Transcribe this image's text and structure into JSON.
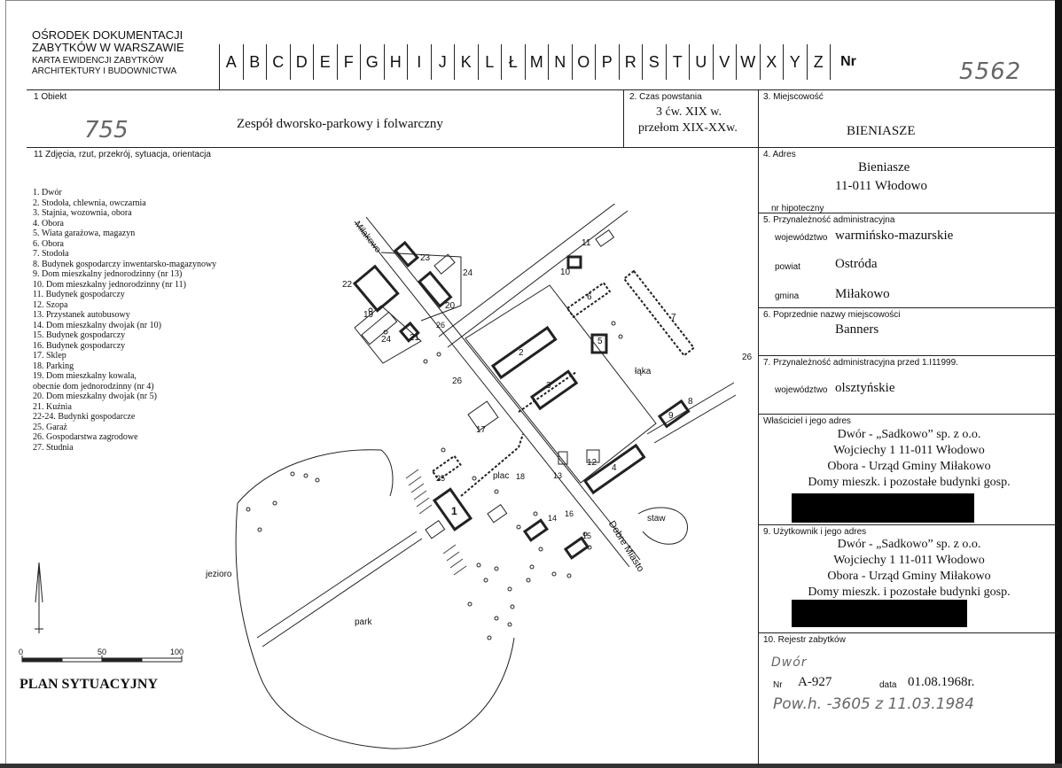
{
  "header": {
    "org_line1": "OŚRODEK  DOKUMENTACJI",
    "org_line2": "ZABYTKÓW W WARSZAWIE",
    "card_line1": "KARTA  EWIDENCJI  ZABYTKÓW",
    "card_line2": "ARCHITEKTURY  I  BUDOWNICTWA",
    "letters": [
      "A",
      "B",
      "C",
      "D",
      "E",
      "F",
      "G",
      "H",
      "I",
      "J",
      "K",
      "L",
      "Ł",
      "M",
      "N",
      "O",
      "P",
      "R",
      "S",
      "T",
      "U",
      "V",
      "W",
      "X",
      "Y",
      "Z",
      "Nr"
    ],
    "handwritten_number": "5562"
  },
  "field1": {
    "label": "1 Obiekt",
    "value": "Zespół dworsko-parkowy i folwarczny",
    "handwritten": "755"
  },
  "field2": {
    "label": "2. Czas powstania",
    "line1": "3  ćw.  XIX w.",
    "line2": "przełom XIX-XXw."
  },
  "field3": {
    "label": "3. Miejscowość",
    "value": "BIENIASZE"
  },
  "field4": {
    "label": "4. Adres",
    "line1": "Bieniasze",
    "line2": "11-011 Włodowo",
    "sub_label": "nr hipoteczny"
  },
  "field5": {
    "label": "5. Przynależność administracyjna",
    "woj_label": "województwo",
    "woj_value": "warmińsko-mazurskie",
    "pow_label": "powiat",
    "pow_value": "Ostróda",
    "gm_label": "gmina",
    "gm_value": "Miłakowo"
  },
  "field6": {
    "label": "6. Poprzednie nazwy miejscowości",
    "value": "Banners"
  },
  "field7": {
    "label": "7. Przynależność administracyjna przed 1.I11999.",
    "woj_label": "województwo",
    "woj_value": "olsztyńskie"
  },
  "owner": {
    "label": "Właściciel i jego adres",
    "line1": "Dwór - „Sadkowo” sp. z o.o.",
    "line2": "Wojciechy 1  11-011 Włodowo",
    "line3": "Obora - Urząd Gminy Miłakowo",
    "line4": "Domy mieszk. i pozostałe budynki gosp."
  },
  "field9": {
    "label": "9. Użytkownik i jego adres",
    "line1": "Dwór - „Sadkowo” sp. z o.o.",
    "line2": "Wojciechy 1  11-011 Włodowo",
    "line3": "Obora - Urząd Gminy Miłakowo",
    "line4": "Domy mieszk. i  pozostałe budynki gosp."
  },
  "field10": {
    "label": "10. Rejestr zabytków",
    "hand_dwor": "Dwór",
    "nr_label": "Nr",
    "nr_value": "A-927",
    "data_label": "data",
    "data_value": "01.08.1968r.",
    "hand_line": "Pow.h. -3605   z  11.03.1984"
  },
  "field11": {
    "label": "11  Zdjęcia, rzut, przekrój, sytuacja, orientacja",
    "plan_title": "PLAN SYTUACYJNY",
    "scale_labels": [
      "0",
      "50",
      "100"
    ],
    "legend": [
      "1.  Dwór",
      "2.  Stodoła, chlewnia, owczarnia",
      "3.  Stajnia, wozownia, obora",
      "4.  Obora",
      "5.  Wiata garażowa, magazyn",
      "6.  Obora",
      "7.  Stodoła",
      "8.  Budynek gospodarczy inwentarsko-magazynowy",
      "9.  Dom mieszkalny jednorodzinny (nr 13)",
      "10.  Dom mieszkalny jednorodzinny (nr 11)",
      "11. Budynek gospodarczy",
      "12. Szopa",
      "13. Przystanek autobusowy",
      "14. Dom mieszkalny dwojak (nr 10)",
      "15. Budynek gospodarczy",
      "16. Budynek gospodarczy",
      "17. Sklep",
      "18. Parking",
      "19. Dom mieszkalny kowala,",
      "      obecnie dom jednorodzinny (nr 4)",
      "20. Dom mieszkalny  dwojak (nr 5)",
      "21. Kuźnia",
      "22-24. Budynki gospodarcze",
      "25. Garaż",
      "26. Gospodarstwa zagrodowe",
      "27. Studnia"
    ],
    "map_labels": {
      "road_milakowo": "Miłakowo",
      "road_dobre_miasto": "Dobre Miasto",
      "laka": "łąka",
      "plac": "plac",
      "staw": "staw",
      "jezioro": "jezioro",
      "park": "park",
      "n26a": "26",
      "n26b": "26",
      "n26c": "26",
      "b1": "1",
      "b2": "2",
      "b3": "3",
      "b4": "4",
      "b5": "5",
      "b6": "6",
      "b7": "7",
      "b8": "8",
      "b9": "9",
      "b10": "10",
      "b11": "11",
      "b12": "12",
      "b13": "13",
      "b14": "14",
      "b15": "15",
      "b16": "16",
      "b17": "17",
      "b18": "18",
      "b19": "19",
      "b20": "20",
      "b21": "21",
      "b22": "22",
      "b23": "23",
      "b24a": "24",
      "b24b": "24",
      "b25": "25"
    }
  }
}
